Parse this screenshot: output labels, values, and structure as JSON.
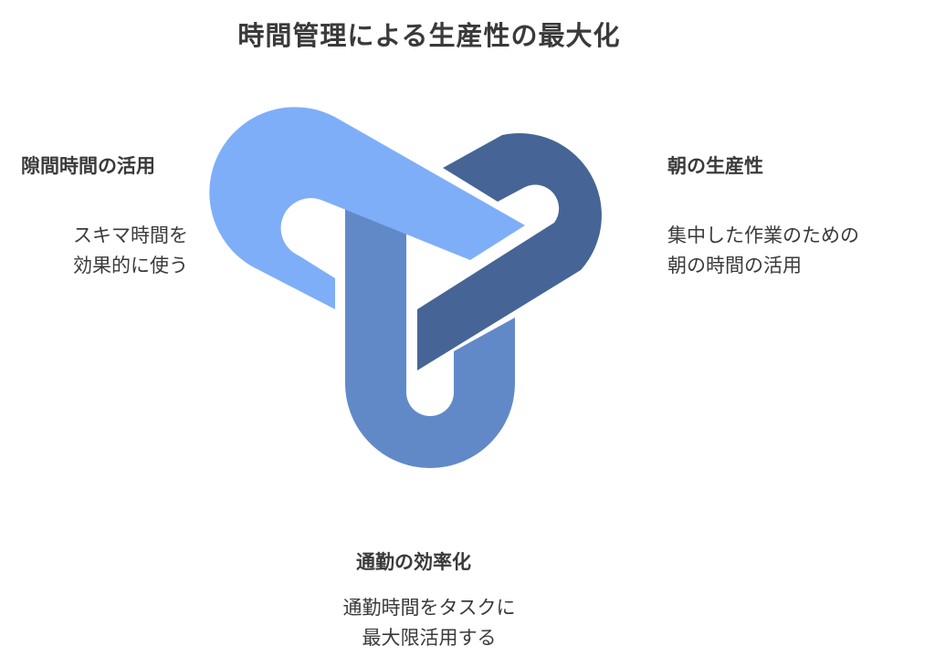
{
  "title": "時間管理による生産性の最大化",
  "sections": [
    {
      "heading": "隙間時間の活用",
      "lines": [
        "スキマ時間を",
        "効果的に使う"
      ],
      "color": "#7FAEF8"
    },
    {
      "heading": "朝の生産性",
      "lines": [
        "集中した作業のための",
        "朝の時間の活用"
      ],
      "color": "#466596"
    },
    {
      "heading": "通勤の効率化",
      "lines": [
        "通勤時間をタスクに",
        "最大限活用する"
      ],
      "color": "#6189C8"
    }
  ]
}
